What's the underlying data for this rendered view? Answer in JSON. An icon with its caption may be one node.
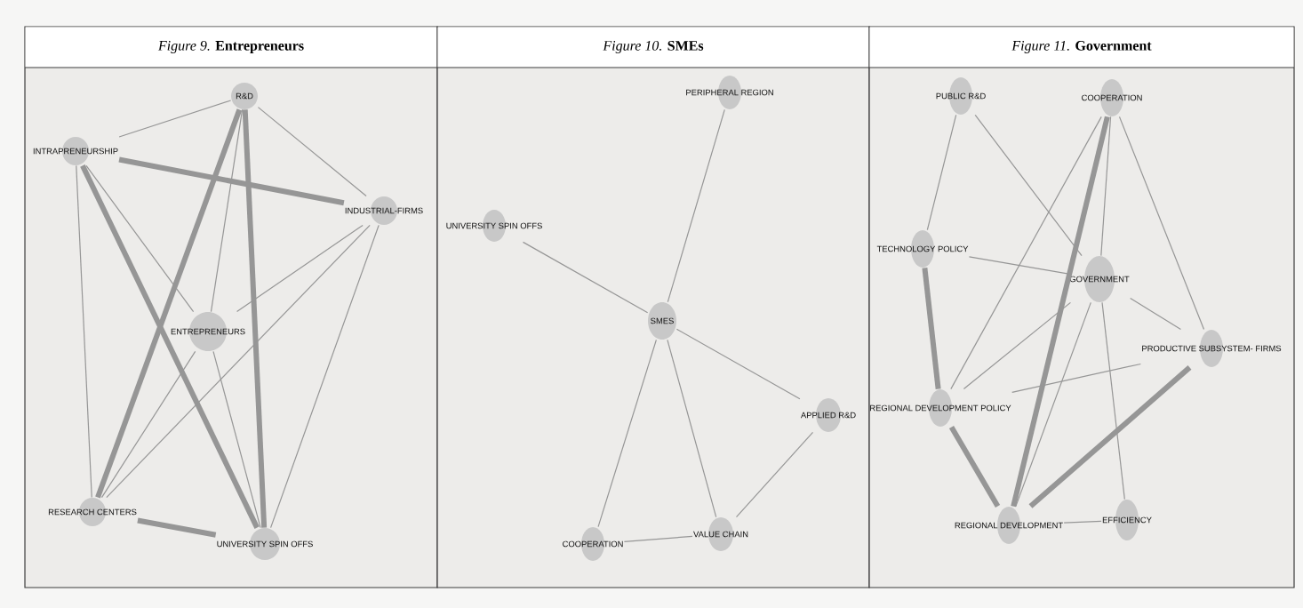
{
  "diagram": {
    "nodes": [
      {
        "text": [
          "*Figure 9.* **Entrepreneurs**"
        ]
      },
      {
        "text": [
          "R&D"
        ],
        "in": 0
      },
      {
        "text": [
          "INTRAPRENEURSHIP"
        ],
        "in": 0
      },
      {
        "text": [
          "INDUSTRIAL-FIRMS"
        ],
        "in": 0
      },
      {
        "text": [
          "ENTREPRENEURS"
        ],
        "in": 0
      },
      {
        "text": [
          "RESEARCH CENTERS"
        ],
        "in": 0
      },
      {
        "text": [
          "UNIVERSITY SPIN OFFS"
        ],
        "in": 0
      },
      {
        "text": [
          "*Figure 10.* **SMEs**"
        ]
      },
      {
        "text": [
          "PERIPHERAL REGION"
        ],
        "in": 7
      },
      {
        "text": [
          "UNIVERSITY SPIN OFFS"
        ],
        "in": 7
      },
      {
        "text": [
          "SMES"
        ],
        "in": 7
      },
      {
        "text": [
          "APPLIED R&D"
        ],
        "in": 7
      },
      {
        "text": [
          "COOPERATION"
        ],
        "in": 7
      },
      {
        "text": [
          "VALUE CHAIN"
        ],
        "in": 7
      },
      {
        "text": [
          "*Figure 11.* **Government**"
        ]
      },
      {
        "text": [
          "PUBLIC R&D"
        ],
        "in": 14
      },
      {
        "text": [
          "COOPERATION"
        ],
        "in": 14
      },
      {
        "text": [
          "TECHNOLOGY POLICY"
        ],
        "in": 14
      },
      {
        "text": [
          "GOVERNMENT"
        ],
        "in": 14
      },
      {
        "text": [
          "PRODUCTIVE SUBSYSTEM- FIRMS"
        ],
        "in": 14
      },
      {
        "text": [
          "REGIONAL DEVELOPMENT POLICY"
        ],
        "in": 14
      },
      {
        "text": [
          "REGIONAL DEVELOPMENT"
        ],
        "in": 14
      },
      {
        "text": [
          "EFFICIENCY"
        ],
        "in": 14
      }
    ],
    "edges": [
      {
        "from": 1,
        "to": 2,
        "arrow": "none"
      },
      {
        "from": 1,
        "to": 3,
        "arrow": "none"
      },
      {
        "from": 1,
        "to": 5,
        "arrow": "none",
        "style": "thick"
      },
      {
        "from": 1,
        "to": 6,
        "arrow": "none",
        "style": "thick"
      },
      {
        "from": 1,
        "to": 4,
        "arrow": "none"
      },
      {
        "from": 2,
        "to": 3,
        "arrow": "none",
        "style": "thick"
      },
      {
        "from": 2,
        "to": 4,
        "arrow": "none"
      },
      {
        "from": 2,
        "to": 6,
        "arrow": "none",
        "style": "thick"
      },
      {
        "from": 2,
        "to": 5,
        "arrow": "none"
      },
      {
        "from": 3,
        "to": 4,
        "arrow": "none"
      },
      {
        "from": 3,
        "to": 5,
        "arrow": "none"
      },
      {
        "from": 3,
        "to": 6,
        "arrow": "none"
      },
      {
        "from": 4,
        "to": 5,
        "arrow": "none"
      },
      {
        "from": 4,
        "to": 6,
        "arrow": "none"
      },
      {
        "from": 5,
        "to": 6,
        "arrow": "none",
        "style": "thick"
      },
      {
        "from": 10,
        "to": 8,
        "arrow": "none"
      },
      {
        "from": 10,
        "to": 9,
        "arrow": "none"
      },
      {
        "from": 10,
        "to": 11,
        "arrow": "none"
      },
      {
        "from": 10,
        "to": 12,
        "arrow": "none"
      },
      {
        "from": 10,
        "to": 13,
        "arrow": "none"
      },
      {
        "from": 11,
        "to": 13,
        "arrow": "none"
      },
      {
        "from": 12,
        "to": 13,
        "arrow": "none"
      },
      {
        "from": 15,
        "to": 17,
        "arrow": "none"
      },
      {
        "from": 15,
        "to": 18,
        "arrow": "none"
      },
      {
        "from": 16,
        "to": 20,
        "arrow": "none"
      },
      {
        "from": 16,
        "to": 21,
        "arrow": "none",
        "style": "thick"
      },
      {
        "from": 16,
        "to": 18,
        "arrow": "none"
      },
      {
        "from": 16,
        "to": 19,
        "arrow": "none"
      },
      {
        "from": 17,
        "to": 18,
        "arrow": "none"
      },
      {
        "from": 17,
        "to": 20,
        "arrow": "none",
        "style": "thick"
      },
      {
        "from": 18,
        "to": 20,
        "arrow": "none"
      },
      {
        "from": 18,
        "to": 21,
        "arrow": "none"
      },
      {
        "from": 18,
        "to": 19,
        "arrow": "none"
      },
      {
        "from": 18,
        "to": 22,
        "arrow": "none"
      },
      {
        "from": 19,
        "to": 20,
        "arrow": "none"
      },
      {
        "from": 19,
        "to": 21,
        "arrow": "none",
        "style": "thick"
      },
      {
        "from": 20,
        "to": 21,
        "arrow": "none",
        "style": "thick"
      },
      {
        "from": 21,
        "to": 22,
        "arrow": "none"
      }
    ]
  }
}
